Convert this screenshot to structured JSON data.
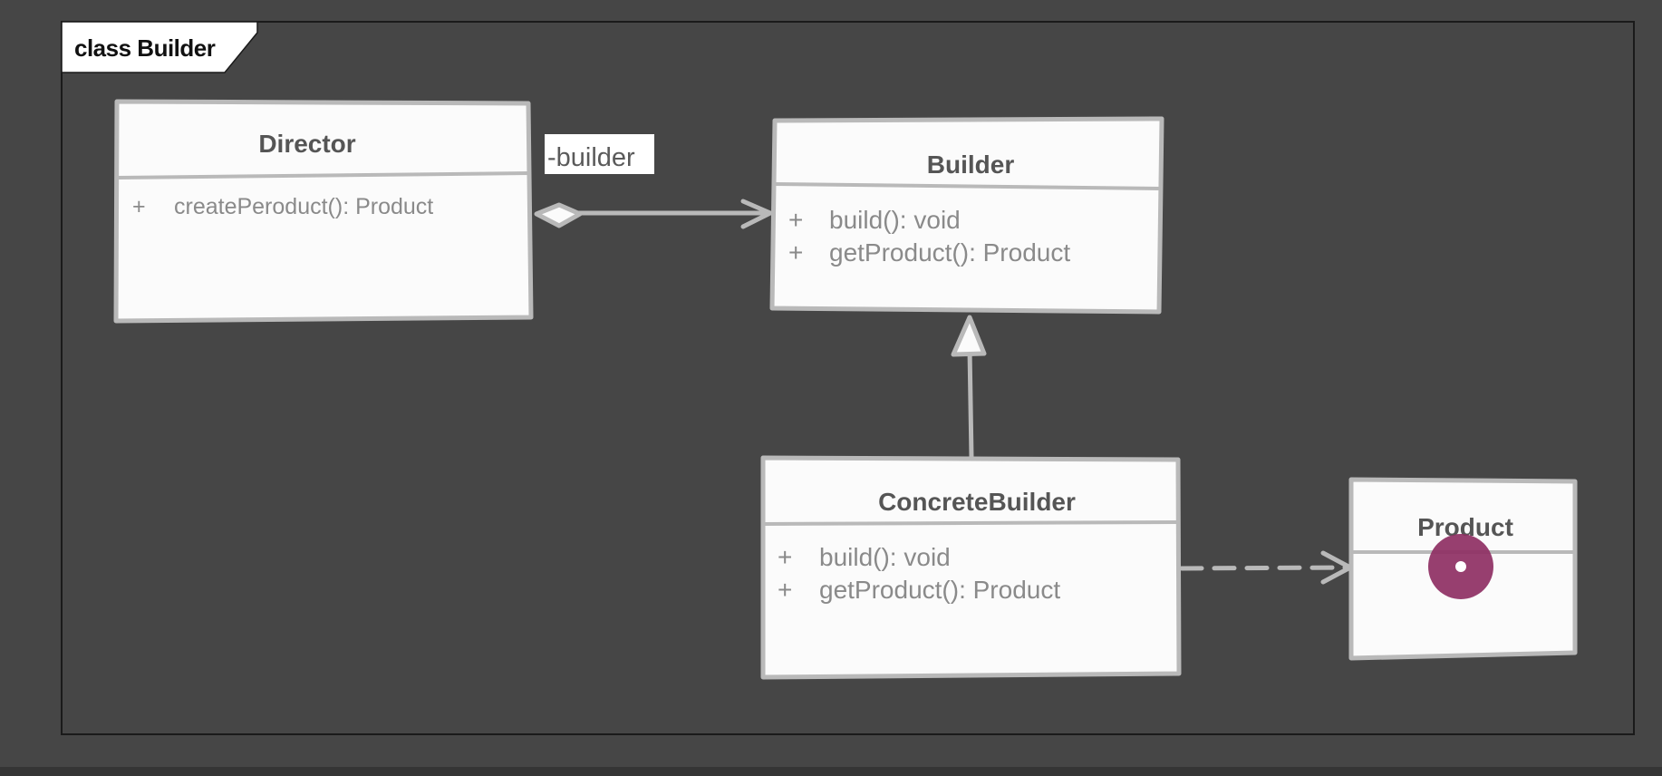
{
  "diagram": {
    "frame": {
      "label": "class Builder"
    },
    "classes": {
      "director": {
        "name": "Director",
        "operations": [
          {
            "visibility": "+",
            "signature": "createPeroduct(): Product"
          }
        ]
      },
      "builder": {
        "name": "Builder",
        "operations": [
          {
            "visibility": "+",
            "signature": "build(): void"
          },
          {
            "visibility": "+",
            "signature": "getProduct(): Product"
          }
        ]
      },
      "concrete_builder": {
        "name": "ConcreteBuilder",
        "operations": [
          {
            "visibility": "+",
            "signature": "build(): void"
          },
          {
            "visibility": "+",
            "signature": "getProduct(): Product"
          }
        ]
      },
      "product": {
        "name": "Product",
        "operations": []
      }
    },
    "relationships": {
      "aggregation": {
        "from": "Director",
        "to": "Builder",
        "kind": "aggregation",
        "role": "-builder"
      },
      "generalization": {
        "from": "ConcreteBuilder",
        "to": "Builder",
        "kind": "generalization"
      },
      "dependency": {
        "from": "ConcreteBuilder",
        "to": "Product",
        "kind": "dependency"
      }
    },
    "colors": {
      "background": "#464646",
      "box_fill": "#fbfbfb",
      "box_stroke": "#b9b9b9",
      "marker": "#8e2f63"
    }
  }
}
